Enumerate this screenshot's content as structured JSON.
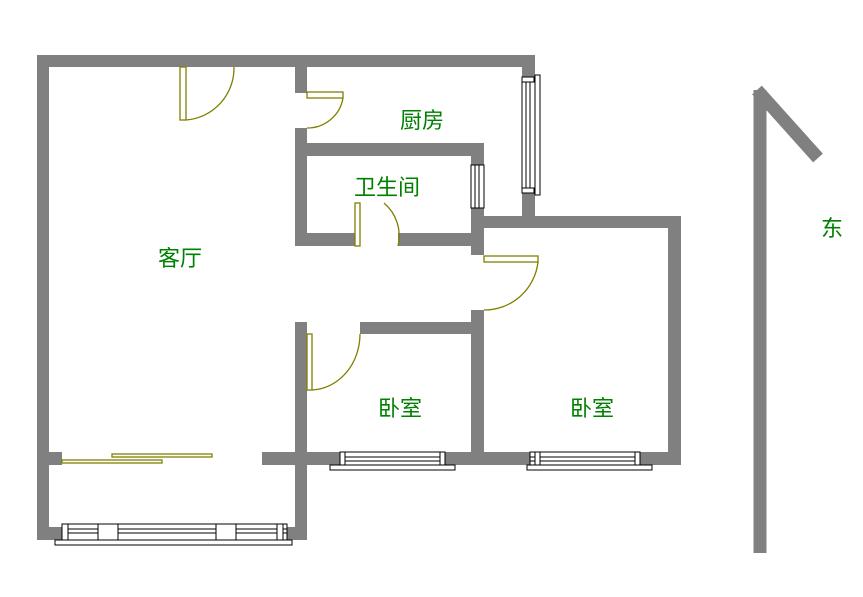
{
  "rooms": {
    "living_room": "客厅",
    "kitchen": "厨房",
    "bathroom": "卫生间",
    "bedroom_1": "卧室",
    "bedroom_2": "卧室"
  },
  "compass": {
    "direction_label": "东"
  },
  "colors": {
    "wall": "#808080",
    "door": "#808000",
    "label": "#008000",
    "window": "#000000"
  }
}
